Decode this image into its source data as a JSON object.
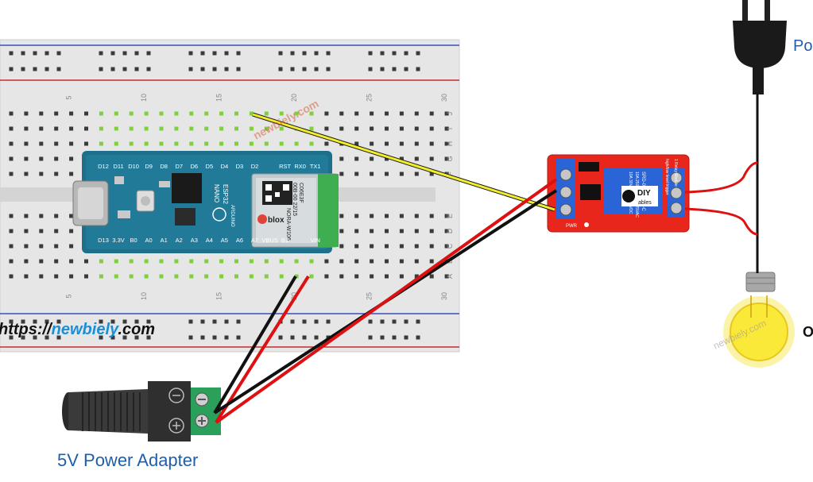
{
  "breadboard": {
    "col_numbers": [
      "5",
      "10",
      "15",
      "20",
      "25",
      "30"
    ],
    "row_letters_top": [
      "J",
      "I",
      "H",
      "G",
      "F"
    ],
    "row_letters_bottom": [
      "E",
      "D",
      "C",
      "B",
      "A"
    ]
  },
  "arduino": {
    "top_pins": [
      "D12",
      "D11",
      "D10",
      "D9",
      "D8",
      "D7",
      "D6",
      "D5",
      "D4",
      "D3",
      "D2",
      "",
      "RST",
      "RX0",
      "TX1"
    ],
    "bottom_pins": [
      "D13",
      "3.3V",
      "B0",
      "A0",
      "A1",
      "A2",
      "A3",
      "A4",
      "A5",
      "A6",
      "A7",
      "VBUS",
      "B1",
      "",
      "VIN"
    ],
    "board_name": "NANO",
    "chip_name": "ESP32",
    "brand": "ARDUINO",
    "module_brand": "blox",
    "module_line1": "C06E3F",
    "module_line2": "00B-00 22/15",
    "module_line3": "NORA-W106"
  },
  "relay": {
    "relay_text_1": "SRD-05VDC-SL-C",
    "relay_text_2": "10A 250VAC 10A 125VAC",
    "relay_text_3": "10A 30VDC 10A 28VDC",
    "logo_top": "DIY",
    "logo_bottom": "ables",
    "module_text": "1 Relay Module",
    "trigger_text": "high/low level trigger",
    "pwr_text": "PWR"
  },
  "watermark": "newbiely.com",
  "website_label": {
    "prefix": "https://",
    "brand": "newbiely",
    "suffix": ".com"
  },
  "adapter_label": "5V Power Adapter",
  "plug_label": "Po",
  "bulb_label": "O",
  "colors": {
    "breadboard": "#e6e6e6",
    "hole": "#3a3a3a",
    "hole_active": "#7fd13b",
    "board": "#1d6f8a",
    "relay": "#e8261b",
    "wire_red": "#dd1111",
    "wire_black": "#111111",
    "wire_yellow": "#f2ee2b",
    "terminal_green": "#2aa05a",
    "website_blue": "#1b8fd6",
    "adapter_label": "#1f5ea8"
  }
}
